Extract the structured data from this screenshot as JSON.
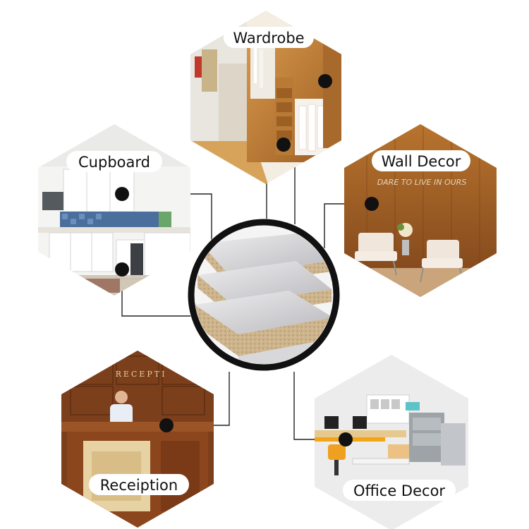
{
  "center": {
    "name": "particle-board-center"
  },
  "applications": [
    {
      "id": "wardrobe",
      "label": "Wardrobe",
      "scene": "wardrobe"
    },
    {
      "id": "cupboard",
      "label": "Cupboard",
      "scene": "kitchen"
    },
    {
      "id": "wall-decor",
      "label": "Wall Decor",
      "scene": "lounge",
      "sign_text": "DARE TO LIVE IN OURS"
    },
    {
      "id": "receiption",
      "label": "Receiption",
      "scene": "reception",
      "sign_text": "RECEPTI"
    },
    {
      "id": "office-decor",
      "label": "Office Decor",
      "scene": "office"
    }
  ],
  "colors": {
    "accent_line": "#222222",
    "dot": "#111111",
    "label_bg": "#ffffff",
    "wood_light": "#c98a3e",
    "wood_dark": "#8a4a1a",
    "board_face": "#d9d9dc",
    "board_core": "#c9ae86"
  }
}
